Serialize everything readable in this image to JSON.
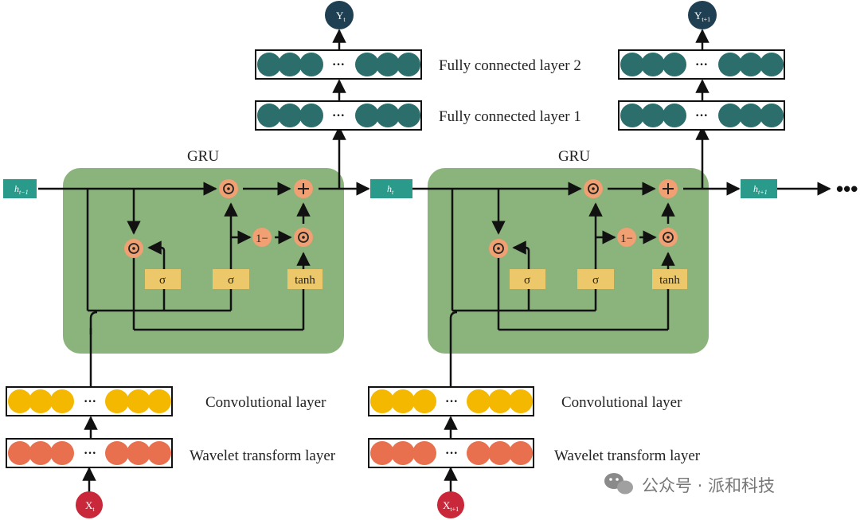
{
  "diagram": {
    "gru_label": "GRU",
    "labels": {
      "fc2": "Fully connected layer 2",
      "fc1": "Fully connected layer 1",
      "conv": "Convolutional layer",
      "wavelet": "Wavelet transform layer"
    },
    "gates": {
      "sigma": "σ",
      "tanh": "tanh",
      "one_minus": "1−",
      "mult": "⊙",
      "plus": "+"
    },
    "ellipsis": "···",
    "trailing_ellipsis": "•••",
    "states": {
      "h_prev": {
        "base": "h",
        "sub": "t−1"
      },
      "h_t": {
        "base": "h",
        "sub": "t"
      },
      "h_next": {
        "base": "h",
        "sub": "t+1"
      }
    },
    "inputs": {
      "x_t": {
        "base": "X",
        "sub": "t"
      },
      "x_next": {
        "base": "X",
        "sub": "t+1"
      }
    },
    "outputs": {
      "y_t": {
        "base": "Y",
        "sub": "t"
      },
      "y_next": {
        "base": "Y",
        "sub": "t+1"
      }
    },
    "watermark": "公众号 · 派和科技"
  },
  "colors": {
    "gru_fill": "#8bb37c",
    "gate_fill": "#ecc86a",
    "op_fill": "#f0a072",
    "state_fill": "#2a9a8a",
    "fc_neuron": "#2b6e6c",
    "conv_neuron": "#f5b800",
    "wavelet_neuron": "#e8704e",
    "input_node": "#c9273a",
    "output_node": "#1f3f52"
  }
}
